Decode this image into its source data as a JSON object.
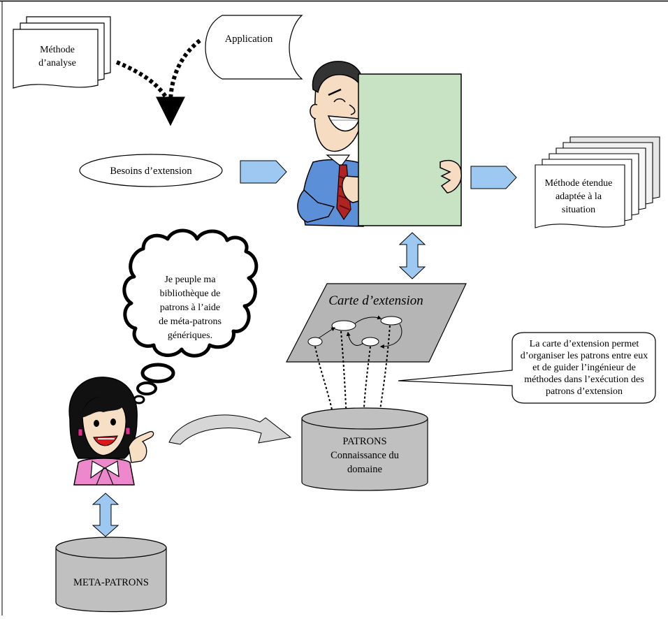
{
  "diagram": {
    "method_doc": {
      "lines": [
        "Méthode",
        "d’analyse"
      ]
    },
    "application": {
      "label": "Application"
    },
    "needs": {
      "label": "Besoins d’extension"
    },
    "extended_method": {
      "lines": [
        "Méthode étendue",
        "adaptée à la",
        "situation"
      ]
    },
    "thought": {
      "lines": [
        "Je peuple ma",
        "bibliothèque de",
        "patrons à l’aide",
        "de méta-patrons",
        "génériques."
      ]
    },
    "map": {
      "title": "Carte d’extension"
    },
    "callout": {
      "lines": [
        "La carte d’extension permet",
        "d’organiser les patrons entre eux",
        "et de guider l’ingénieur de",
        "méthodes dans l’exécution des",
        "patrons d’extension"
      ]
    },
    "patrons_db": {
      "lines": [
        "PATRONS",
        "Connaissance du",
        "domaine"
      ]
    },
    "meta_db": {
      "label": "META-PATRONS"
    }
  },
  "colors": {
    "paper_green": "#c7e3c3",
    "arrow_blue": "#9cc8f2",
    "db_gray": "#c0c0c0",
    "map_gray": "#b5b5b5",
    "shirt_blue": "#5b8fd8",
    "tie_red": "#b22222",
    "woman_pink": "#ee88cc"
  }
}
